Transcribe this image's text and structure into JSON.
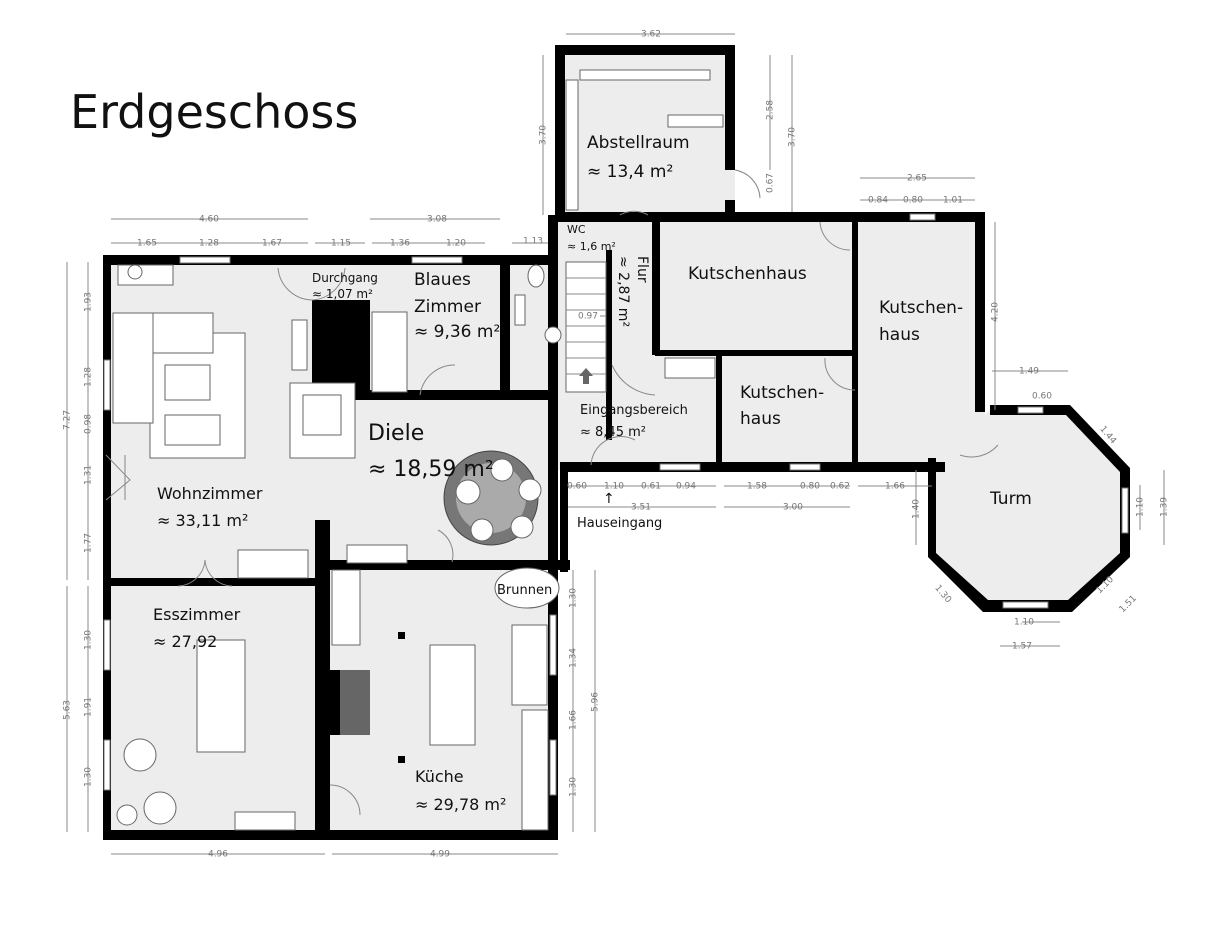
{
  "title": "Erdgeschoss",
  "rooms": {
    "abstellraum": {
      "name": "Abstellraum",
      "area": "≈ 13,4 m²"
    },
    "wc": {
      "name": "WC",
      "area": "≈ 1,6 m²"
    },
    "flur": {
      "name": "Flur",
      "area": "≈ 2,87 m²"
    },
    "kutschenhaus1": {
      "name": "Kutschenhaus"
    },
    "kutschenhaus2": {
      "line1": "Kutschen-",
      "line2": "haus"
    },
    "kutschenhaus3": {
      "line1": "Kutschen-",
      "line2": "haus"
    },
    "eingangsbereich": {
      "name": "Eingangsbereich",
      "area": "≈ 8,45 m²"
    },
    "turm": {
      "name": "Turm"
    },
    "durchgang": {
      "name": "Durchgang",
      "area": "≈ 1,07 m²"
    },
    "blaues_zimmer": {
      "line1": "Blaues",
      "line2": "Zimmer",
      "area": "≈ 9,36 m²"
    },
    "diele": {
      "name": "Diele",
      "area": "≈ 18,59 m²"
    },
    "wohnzimmer": {
      "name": "Wohnzimmer",
      "area": "≈ 33,11 m²"
    },
    "esszimmer": {
      "name": "Esszimmer",
      "area": "≈ 27,92"
    },
    "kueche": {
      "name": "Küche",
      "area": "≈ 29,78 m²"
    }
  },
  "annotations": {
    "brunnen": "Brunnen",
    "hauseingang": "Hauseingang",
    "entrance_arrow": "↑"
  },
  "dimensions": {
    "top": [
      "4.60",
      "1.65",
      "1.28",
      "1.67",
      "1.15",
      "3.08",
      "1.36",
      "1.20",
      "1.13"
    ],
    "abstellraum": [
      "3.62",
      "3.70",
      "2.58",
      "3.70",
      "0.67"
    ],
    "kutschenhaus_right": [
      "2.65",
      "0.84",
      "0.80",
      "1.01",
      "4.20"
    ],
    "stairs": [
      "0.97"
    ],
    "left": [
      "7.27",
      "1.93",
      "1.28",
      "0.98",
      "1.31",
      "1.77",
      "5.63",
      "1.30",
      "1.91",
      "1.30"
    ],
    "bottom": [
      "4.96",
      "4.99"
    ],
    "kitchen_right": [
      "1.30",
      "1.34",
      "1.66",
      "1.30",
      "5.96"
    ],
    "entrance": [
      "0.60",
      "1.10",
      "0.61",
      "0.94",
      "3.51",
      "1.58",
      "0.80",
      "0.62",
      "3.00",
      "1.66"
    ],
    "turm": [
      "1.49",
      "0.60",
      "1.44",
      "1.10",
      "1.39",
      "1.40",
      "1.30",
      "1.10",
      "1.51",
      "1.10",
      "1.57"
    ]
  }
}
